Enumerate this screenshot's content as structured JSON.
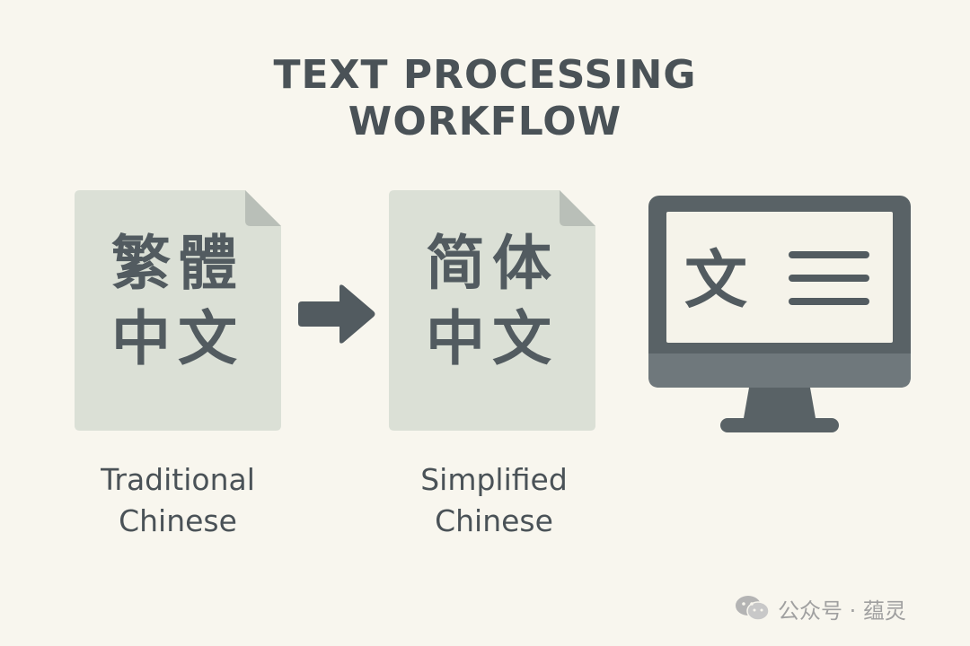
{
  "title": {
    "line1": "TEXT PROCESSING",
    "line2": "WORKFLOW"
  },
  "traditional_doc": {
    "line1": "繁體",
    "line2": "中文",
    "caption_line1": "Traditional",
    "caption_line2": "Chinese"
  },
  "simplified_doc": {
    "line1": "简体",
    "line2": "中文",
    "caption_line1": "Simplified",
    "caption_line2": "Chinese"
  },
  "monitor": {
    "screen_char": "文"
  },
  "watermark": {
    "text": "公众号 · 蕴灵",
    "icon": "wechat-icon"
  },
  "colors": {
    "background": "#f8f6ee",
    "document": "#dbe0d6",
    "document_fold": "#b9bfb8",
    "dark": "#525b60",
    "monitor_frame": "#596266",
    "monitor_screen": "#f5f3ea"
  }
}
